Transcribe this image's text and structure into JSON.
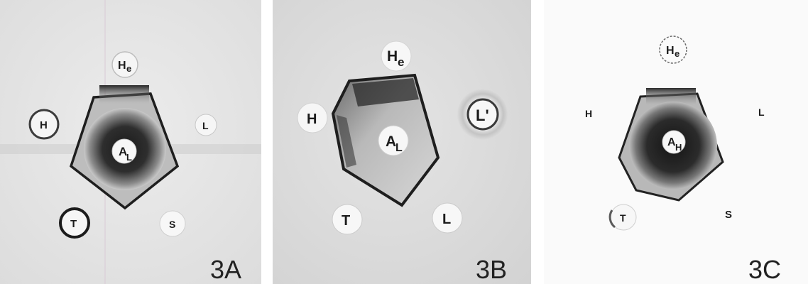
{
  "panels": [
    {
      "label": "3A",
      "wells": {
        "center": "A",
        "center_sub": "L",
        "top": "H",
        "top_sub": "e",
        "left": "H",
        "right": "L",
        "bottom_left": "T",
        "bottom_right": "S"
      }
    },
    {
      "label": "3B",
      "wells": {
        "center": "A",
        "center_sub": "L",
        "top": "H",
        "top_sub": "e",
        "left": "H",
        "right": "L'",
        "bottom_left": "T",
        "bottom_right": "L"
      }
    },
    {
      "label": "3C",
      "wells": {
        "center": "A",
        "center_sub": "H",
        "top": "H",
        "top_sub": "e",
        "left": "H",
        "right": "L",
        "bottom_left": "T",
        "bottom_right": "S"
      }
    }
  ]
}
